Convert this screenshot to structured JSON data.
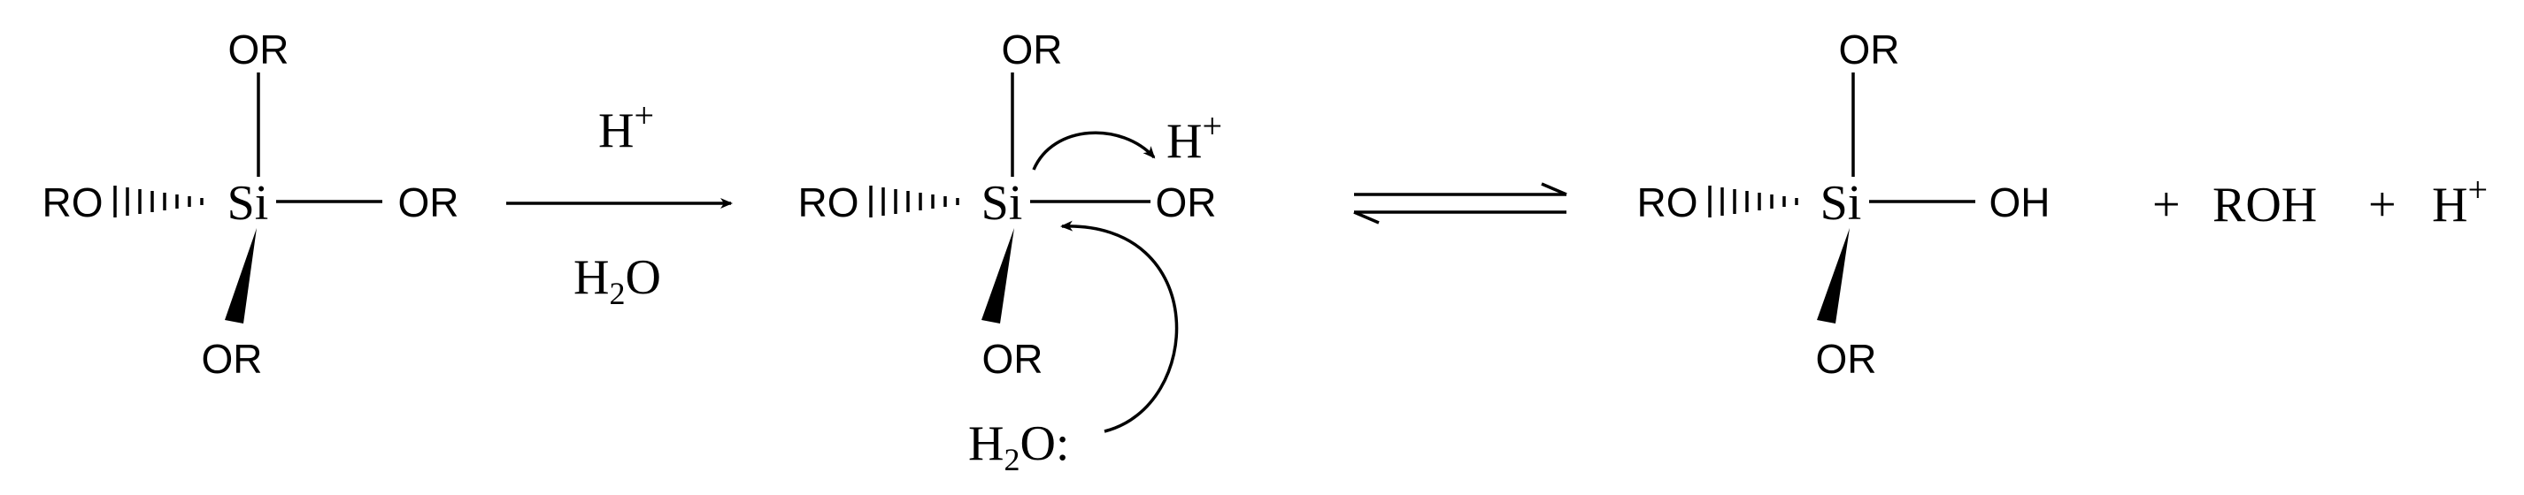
{
  "reactant": {
    "si": "Si",
    "top": "OR",
    "left": "RO",
    "right": "OR",
    "bottom": "OR"
  },
  "arrow1": {
    "above_main": "H",
    "above_sup": "+",
    "below_pre": "H",
    "below_sub": "2",
    "below_post": "O"
  },
  "intermediate": {
    "si": "Si",
    "top": "OR",
    "left": "RO",
    "right": "OR",
    "bottom": "OR",
    "proton_main": "H",
    "proton_sup": "+",
    "water_pre": "H",
    "water_sub": "2",
    "water_post": "O:"
  },
  "product": {
    "si": "Si",
    "top": "OR",
    "left": "RO",
    "right": "OH",
    "bottom": "OR"
  },
  "byproducts": {
    "plus1": "+",
    "roh": "ROH",
    "plus2": "+",
    "h_main": "H",
    "h_sup": "+"
  }
}
